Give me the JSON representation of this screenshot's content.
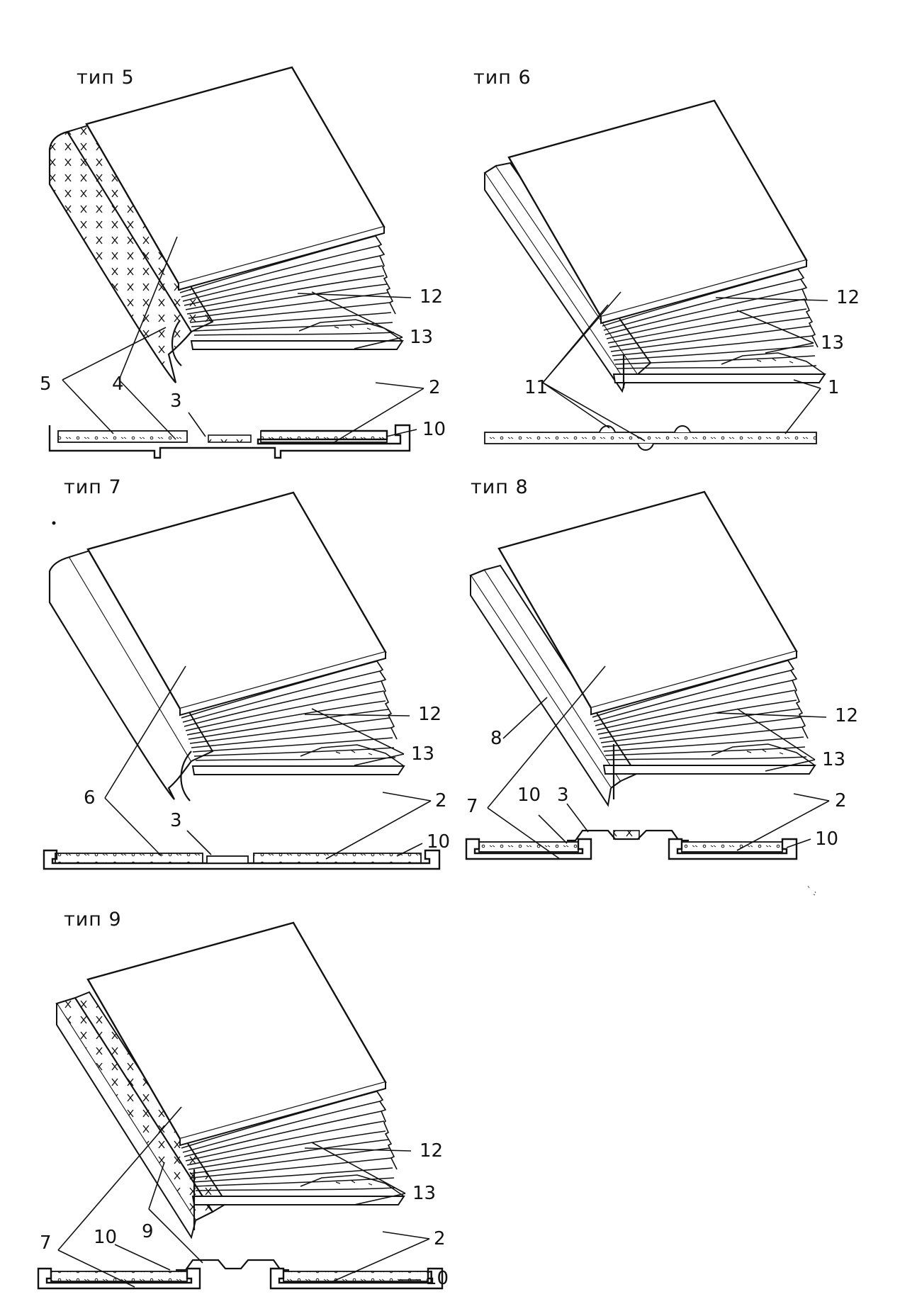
{
  "figures": [
    {
      "id": "t5",
      "title": "тип 5",
      "labels": [
        "12",
        "13",
        "2",
        "10",
        "3",
        "4",
        "5"
      ]
    },
    {
      "id": "t6",
      "title": "тип 6",
      "labels": [
        "12",
        "13",
        "1",
        "11"
      ]
    },
    {
      "id": "t7",
      "title": "тип 7",
      "labels": [
        "12",
        "13",
        "2",
        "10",
        "3",
        "6"
      ]
    },
    {
      "id": "t8",
      "title": "тип 8",
      "labels": [
        "12",
        "13",
        "2",
        "10",
        "3",
        "10",
        "8",
        "7"
      ]
    },
    {
      "id": "t9",
      "title": "тип 9",
      "labels": [
        "12",
        "13",
        "2",
        "10",
        "9",
        "10",
        "7"
      ]
    }
  ]
}
